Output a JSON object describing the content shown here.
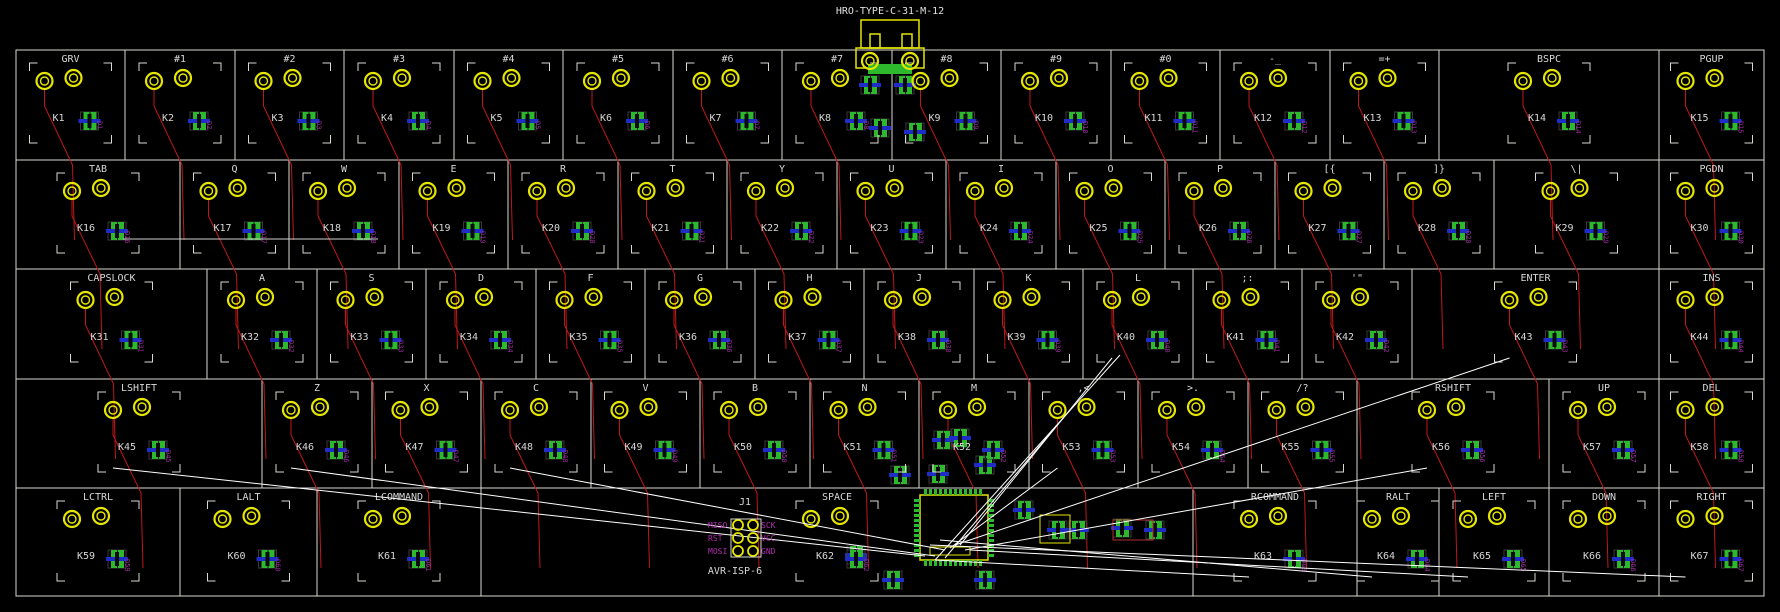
{
  "usb_label": "HRO-TYPE-C-31-M-12",
  "isp": {
    "ref": "J1",
    "name": "AVR-ISP-6",
    "pins": [
      "MISO",
      "SCK",
      "RST",
      "VCC",
      "MOSI",
      "GND"
    ]
  },
  "colors": {
    "background": "#000000",
    "outline": "#d9d9d2",
    "pad": "#e6e600",
    "trace": "#c01818",
    "airwire": "#ffffff",
    "smd": "#2db82d",
    "via": "#1e2cc8",
    "silk": "#a31fa3"
  },
  "rows": [
    {
      "keys": [
        {
          "label": "GRV",
          "ref": "K1"
        },
        {
          "label": "#1",
          "ref": "K2"
        },
        {
          "label": "#2",
          "ref": "K3"
        },
        {
          "label": "#3",
          "ref": "K4"
        },
        {
          "label": "#4",
          "ref": "K5"
        },
        {
          "label": "#5",
          "ref": "K6"
        },
        {
          "label": "#6",
          "ref": "K7"
        },
        {
          "label": "#7",
          "ref": "K8"
        },
        {
          "label": "#8",
          "ref": "K9"
        },
        {
          "label": "#9",
          "ref": "K10"
        },
        {
          "label": "#0",
          "ref": "K11"
        },
        {
          "label": "-_",
          "ref": "K12"
        },
        {
          "label": "=+",
          "ref": "K13"
        },
        {
          "label": "BSPC",
          "ref": "K14"
        },
        {
          "label": "PGUP",
          "ref": "K15"
        }
      ]
    },
    {
      "keys": [
        {
          "label": "TAB",
          "ref": "K16"
        },
        {
          "label": "Q",
          "ref": "K17"
        },
        {
          "label": "W",
          "ref": "K18"
        },
        {
          "label": "E",
          "ref": "K19"
        },
        {
          "label": "R",
          "ref": "K20"
        },
        {
          "label": "T",
          "ref": "K21"
        },
        {
          "label": "Y",
          "ref": "K22"
        },
        {
          "label": "U",
          "ref": "K23"
        },
        {
          "label": "I",
          "ref": "K24"
        },
        {
          "label": "O",
          "ref": "K25"
        },
        {
          "label": "P",
          "ref": "K26"
        },
        {
          "label": "[{",
          "ref": "K27"
        },
        {
          "label": "]}",
          "ref": "K28"
        },
        {
          "label": "\\|",
          "ref": "K29"
        },
        {
          "label": "PGDN",
          "ref": "K30"
        }
      ]
    },
    {
      "keys": [
        {
          "label": "CAPSLOCK",
          "ref": "K31"
        },
        {
          "label": "A",
          "ref": "K32"
        },
        {
          "label": "S",
          "ref": "K33"
        },
        {
          "label": "D",
          "ref": "K34"
        },
        {
          "label": "F",
          "ref": "K35"
        },
        {
          "label": "G",
          "ref": "K36"
        },
        {
          "label": "H",
          "ref": "K37"
        },
        {
          "label": "J",
          "ref": "K38"
        },
        {
          "label": "K",
          "ref": "K39"
        },
        {
          "label": "L",
          "ref": "K40"
        },
        {
          "label": ";:",
          "ref": "K41"
        },
        {
          "label": "'\"",
          "ref": "K42"
        },
        {
          "label": "ENTER",
          "ref": "K43"
        },
        {
          "label": "INS",
          "ref": "K44"
        }
      ]
    },
    {
      "keys": [
        {
          "label": "LSHIFT",
          "ref": "K45"
        },
        {
          "label": "Z",
          "ref": "K46"
        },
        {
          "label": "X",
          "ref": "K47"
        },
        {
          "label": "C",
          "ref": "K48"
        },
        {
          "label": "V",
          "ref": "K49"
        },
        {
          "label": "B",
          "ref": "K50"
        },
        {
          "label": "N",
          "ref": "K51"
        },
        {
          "label": "M",
          "ref": "K52"
        },
        {
          "label": ",<",
          "ref": "K53"
        },
        {
          "label": ">.",
          "ref": "K54"
        },
        {
          "label": "/?",
          "ref": "K55"
        },
        {
          "label": "RSHIFT",
          "ref": "K56"
        },
        {
          "label": "UP",
          "ref": "K57"
        },
        {
          "label": "DEL",
          "ref": "K58"
        }
      ]
    },
    {
      "keys": [
        {
          "label": "LCTRL",
          "ref": "K59"
        },
        {
          "label": "LALT",
          "ref": "K60"
        },
        {
          "label": "LCOMMAND",
          "ref": "K61"
        },
        {
          "label": "SPACE",
          "ref": "K62"
        },
        {
          "label": "RCOMMAND",
          "ref": "K63"
        },
        {
          "label": "RALT",
          "ref": "K64"
        },
        {
          "label": "LEFT",
          "ref": "K65"
        },
        {
          "label": "DOWN",
          "ref": "K66"
        },
        {
          "label": "RIGHT",
          "ref": "K67"
        }
      ]
    }
  ]
}
